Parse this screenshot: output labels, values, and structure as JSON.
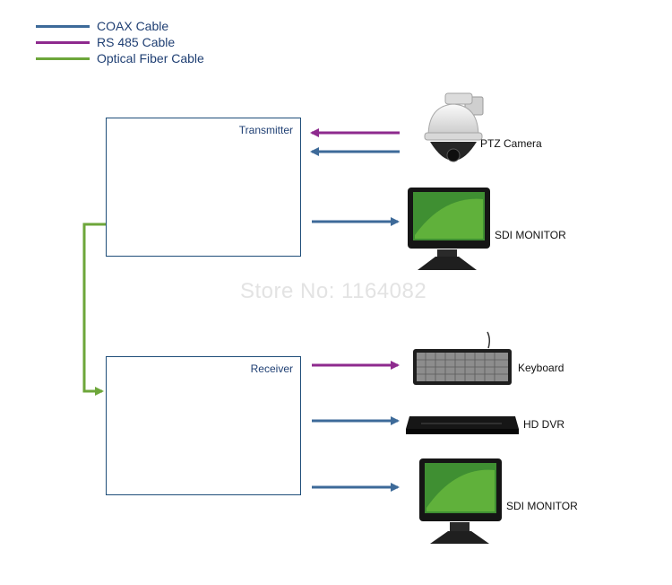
{
  "legend": [
    {
      "label": "COAX Cable",
      "color": "#3d6a99"
    },
    {
      "label": "RS 485 Cable",
      "color": "#8e2a8e"
    },
    {
      "label": "Optical Fiber Cable",
      "color": "#6da63a"
    }
  ],
  "transmitter": {
    "title": "Transmitter"
  },
  "receiver": {
    "title": "Receiver"
  },
  "devices": {
    "ptz_camera": "PTZ Camera",
    "sdi_monitor_top": "SDI MONITOR",
    "keyboard": "Keyboard",
    "hd_dvr": "HD DVR",
    "sdi_monitor_bottom": "SDI MONITOR"
  },
  "watermark": "Store No: 1164082",
  "colors": {
    "coax": "#3d6a99",
    "rs485": "#8e2a8e",
    "fiber": "#6da63a",
    "box_border": "#1f4e79",
    "title_text": "#1f3f73",
    "legend_text": "#1f3f73"
  }
}
